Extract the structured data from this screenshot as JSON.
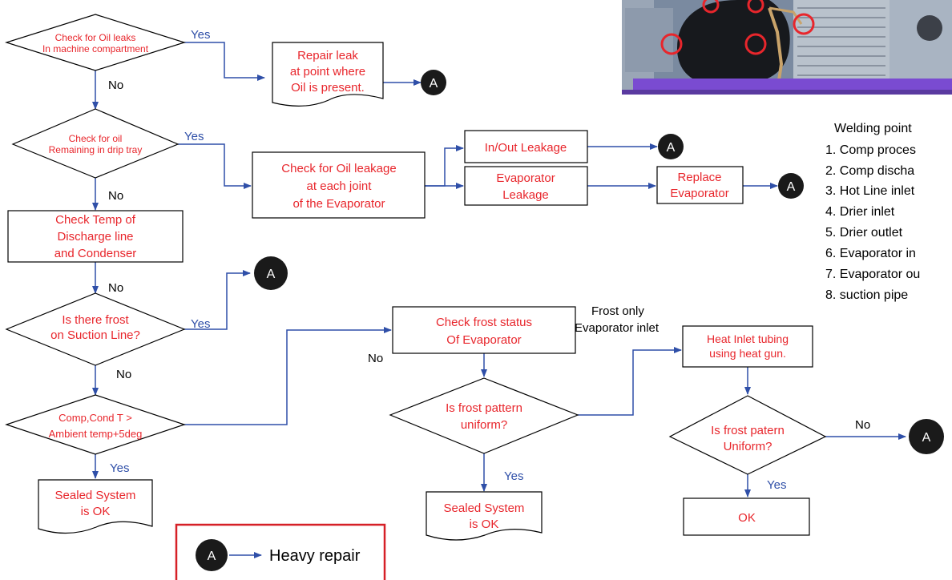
{
  "flowchart": {
    "d1": [
      "Check for Oil leaks",
      "In machine compartment"
    ],
    "d2": [
      "Check for oil",
      "Remaining in drip tray"
    ],
    "p3": [
      "Check Temp of",
      "Discharge line",
      "and Condenser"
    ],
    "d4": [
      "Is there frost",
      "on Suction Line?"
    ],
    "d5": [
      "Comp,Cond T >",
      "Ambient temp+5deg"
    ],
    "doc_repair": [
      "Repair leak",
      "at point where",
      "Oil is present."
    ],
    "p_check_evap": [
      "Check for Oil leakage",
      "at each joint",
      "of the Evaporator"
    ],
    "p_inout": "In/Out Leakage",
    "p_evap_leak": [
      "Evaporator",
      "Leakage"
    ],
    "p_replace": [
      "Replace",
      "Evaporator"
    ],
    "p_frost_status": [
      "Check frost status",
      "Of Evaporator"
    ],
    "d_uniform": [
      "Is frost pattern",
      "uniform?"
    ],
    "doc_sealed_1": [
      "Sealed System",
      "is OK"
    ],
    "doc_sealed_2": [
      "Sealed System",
      "is OK"
    ],
    "p_heat": [
      "Heat Inlet tubing",
      "using heat gun."
    ],
    "d_patern": [
      "Is frost patern",
      "Uniform?"
    ],
    "p_ok": "OK",
    "frost_only_label": [
      "Frost only",
      "Evaporator inlet"
    ],
    "yes": "Yes",
    "no": "No",
    "connector": "A"
  },
  "legend": {
    "connector": "A",
    "label": "Heavy repair"
  },
  "welding": {
    "title": "Welding point",
    "items": [
      "1. Comp proces",
      "2. Comp discha",
      "3. Hot Line inlet",
      "4. Drier inlet",
      "5. Drier outlet",
      "6. Evaporator in",
      "7. Evaporator ou",
      "8. suction pipe"
    ]
  },
  "colors": {
    "text_red": "#e8262c",
    "line_blue": "#2f4fa8",
    "connector_fill": "#1a1a1a",
    "legend_border": "#d62027",
    "photo_bg": "#6f7f95"
  }
}
